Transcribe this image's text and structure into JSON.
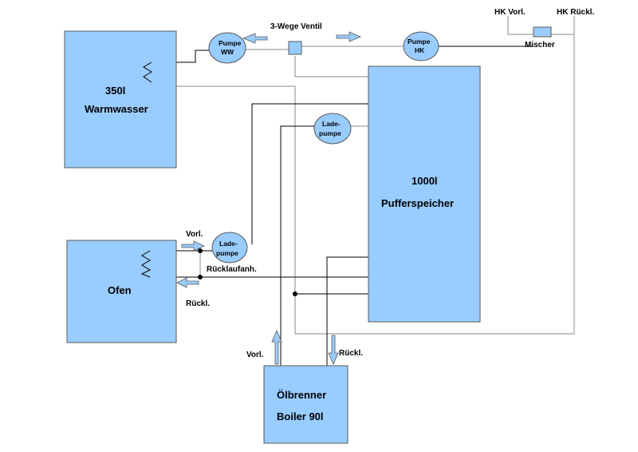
{
  "tanks": {
    "warmwasser": {
      "volume": "350l",
      "name": "Warmwasser"
    },
    "puffer": {
      "volume": "1000l",
      "name": "Pufferspeicher"
    },
    "ofen": {
      "name": "Ofen"
    },
    "boiler": {
      "name_line1": "Ölbrenner",
      "name_line2": "Boiler 90l"
    }
  },
  "pumps": {
    "ww": {
      "line1": "Pumpe",
      "line2": "WW"
    },
    "hk": {
      "line1": "Pumpe",
      "line2": "HK"
    },
    "lade_puffer": {
      "line1": "Lade-",
      "line2": "pumpe"
    },
    "lade_ofen": {
      "line1": "Lade-",
      "line2": "pumpe"
    }
  },
  "labels": {
    "valve": "3-Wege Ventil",
    "hk_vorl": "HK Vorl.",
    "hk_rueckl": "HK Rückl.",
    "mischer": "Mischer",
    "ofen_vorl": "Vorl.",
    "ofen_rueckl": "Rückl.",
    "ruecklaufanh": "Rücklaufanh.",
    "boiler_vorl": "Vorl.",
    "boiler_rueckl": "Rückl."
  }
}
